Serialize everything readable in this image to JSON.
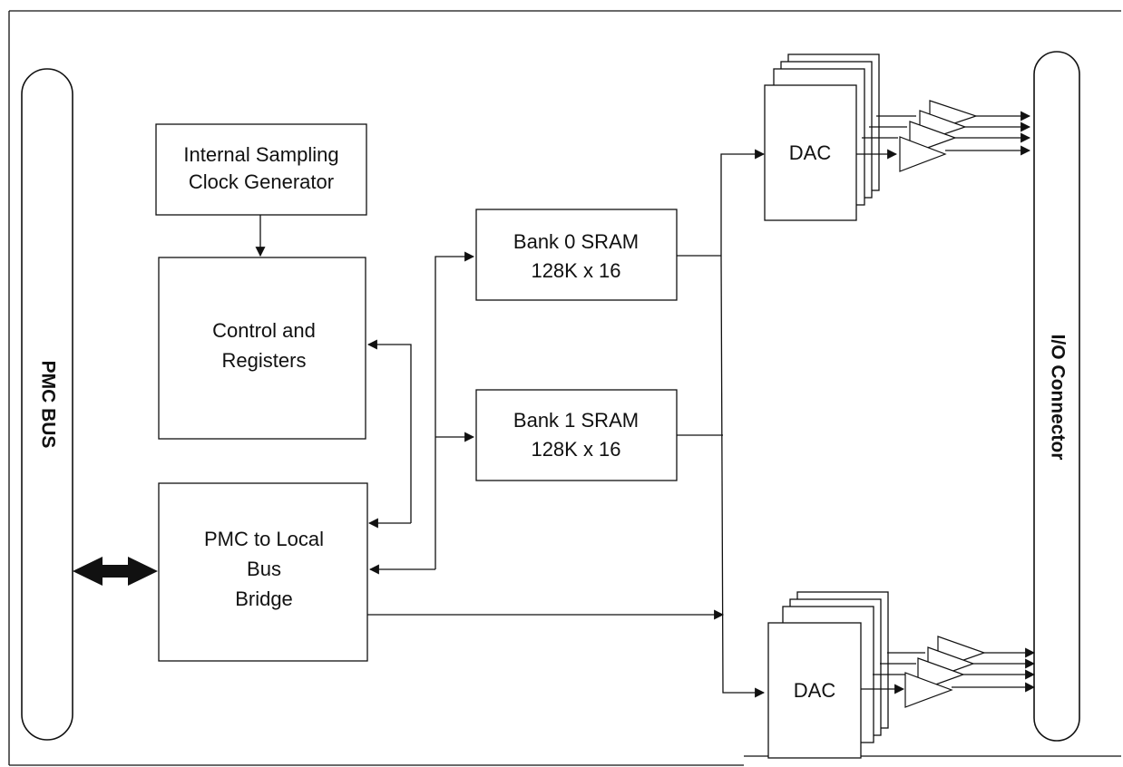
{
  "diagram": {
    "colors": {
      "stroke": "#111111",
      "background": "#ffffff"
    },
    "pmc_bus": {
      "label": "PMC BUS"
    },
    "io_connector": {
      "label": "I/O Connector"
    },
    "clock_generator": {
      "line1": "Internal Sampling",
      "line2": "Clock Generator"
    },
    "control_registers": {
      "line1": "Control and",
      "line2": "Registers"
    },
    "bridge": {
      "line1": "PMC to Local",
      "line2": "Bus",
      "line3": "Bridge"
    },
    "bank0": {
      "line1": "Bank 0 SRAM",
      "line2": "128K x 16"
    },
    "bank1": {
      "line1": "Bank 1 SRAM",
      "line2": "128K x 16"
    },
    "dac_top": {
      "label": "DAC"
    },
    "dac_bottom": {
      "label": "DAC"
    }
  }
}
